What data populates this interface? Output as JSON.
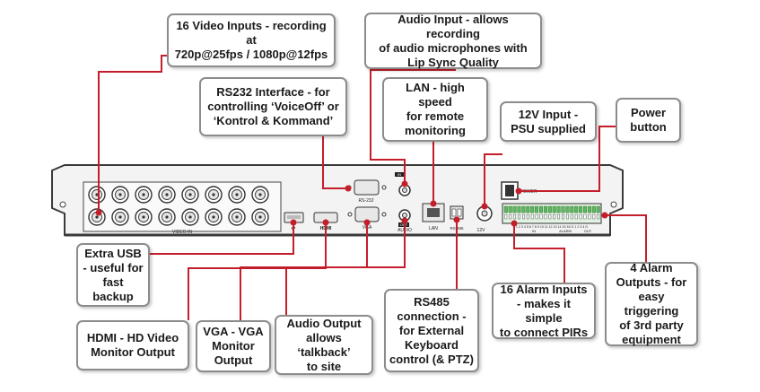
{
  "callouts": {
    "video_inputs": "16 Video Inputs -  recording at\n720p@25fps / 1080p@12fps",
    "audio_input": "Audio Input - allows recording\nof audio microphones with\nLip Sync Quality",
    "rs232": "RS232 Interface - for\ncontrolling ‘VoiceOff’ or\n‘Kontrol & Kommand’",
    "lan": "LAN - high speed\nfor remote\nmonitoring",
    "input_12v": "12V Input -\nPSU supplied",
    "power": "Power\nbutton",
    "extra_usb": "Extra USB\n- useful for\nfast backup",
    "hdmi": "HDMI - HD Video\nMonitor Output",
    "vga": "VGA - VGA\nMonitor\nOutput",
    "audio_output": "Audio Output\nallows ‘talkback’\nto site",
    "rs485": "RS485\nconnection -\nfor External\nKeyboard\ncontrol (& PTZ)",
    "alarm_inputs": "16 Alarm Inputs\n- makes it simple\nto connect PIRs",
    "alarm_outputs": "4 Alarm\nOutputs - for\neasy triggering\nof 3rd party\nequipment"
  },
  "panel_labels": {
    "video_in": "VIDEO IN",
    "rs232": "RS-232",
    "vga": "VGA",
    "audio": "AUDIO",
    "audio_in": "IN",
    "audio_out": "OUT",
    "lan": "LAN",
    "rs485": "RS 485",
    "v12": "12V",
    "power": "POWER",
    "hdmi": "HDMI",
    "usb": "⇌",
    "alarm": "ALARM",
    "alarm_in": "IN",
    "alarm_out": "OUT",
    "alarm_pins": "1 2 3 4 5 6 7 8 9 10 11 12 13 14 15 16 G 1 2 3 4 G"
  },
  "colors": {
    "leader_line": "#c41e2a",
    "callout_border": "#8c8c8c",
    "panel_fill": "#f2f2f2",
    "panel_stroke": "#3a3a3a",
    "terminal_green": "#5cb85c"
  }
}
